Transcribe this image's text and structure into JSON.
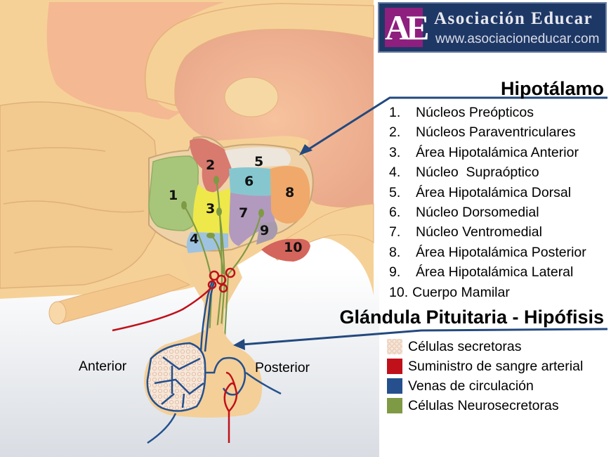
{
  "logo": {
    "mark": "AE",
    "title": "Asociación Educar",
    "url": "www.asociacioneducar.com"
  },
  "hypothalamus": {
    "heading": "Hipotálamo",
    "items": [
      {
        "num": "1.",
        "label": "Núcleos Preópticos",
        "color": "#a8c67a"
      },
      {
        "num": "2.",
        "label": "Núcleos Paraventriculares",
        "color": "#d87a6e"
      },
      {
        "num": "3.",
        "label": "Área Hipotalámica Anterior",
        "color": "#eee84a"
      },
      {
        "num": "4.",
        "label": "Núcleo  Supraóptico",
        "color": "#9ec3e0"
      },
      {
        "num": "5.",
        "label": "Área Hipotalámica Dorsal",
        "color": "#ece6dc"
      },
      {
        "num": "6.",
        "label": "Núcleo Dorsomedial",
        "color": "#86c7cf"
      },
      {
        "num": "7.",
        "label": "Núcleo Ventromedial",
        "color": "#b19abe"
      },
      {
        "num": "8.",
        "label": "Área Hipotalámica Posterior",
        "color": "#f0a96a"
      },
      {
        "num": "9.",
        "label": "Área Hipotalámica Lateral",
        "color": "#a79aad"
      },
      {
        "num": "10.",
        "label": "Cuerpo Mamilar",
        "color": "#d4655c"
      }
    ]
  },
  "diagram_labels": {
    "r1": "1",
    "r2": "2",
    "r3": "3",
    "r4": "4",
    "r5": "5",
    "r6": "6",
    "r7": "7",
    "r8": "8",
    "r9": "9",
    "r10": "10",
    "anterior": "Anterior",
    "posterior": "Posterior"
  },
  "pituitary": {
    "heading": "Glándula Pituitaria - Hipófisis",
    "legend": [
      {
        "label": "Células secretoras",
        "icon": "secretory-cells-pattern",
        "color": "#f2ddd3"
      },
      {
        "label": "Suministro de sangre arterial",
        "icon": "swatch",
        "color": "#c0101a"
      },
      {
        "label": "Venas de circulación",
        "icon": "swatch",
        "color": "#25508d"
      },
      {
        "label": "Células Neurosecretoras",
        "icon": "swatch",
        "color": "#7f9a45"
      }
    ]
  },
  "colors": {
    "brain_light": "#f6d197",
    "brain_pink": "#f4b892",
    "arrow": "#23497e",
    "artery": "#c0101a",
    "vein": "#25508d",
    "neuro": "#7f9a45"
  }
}
